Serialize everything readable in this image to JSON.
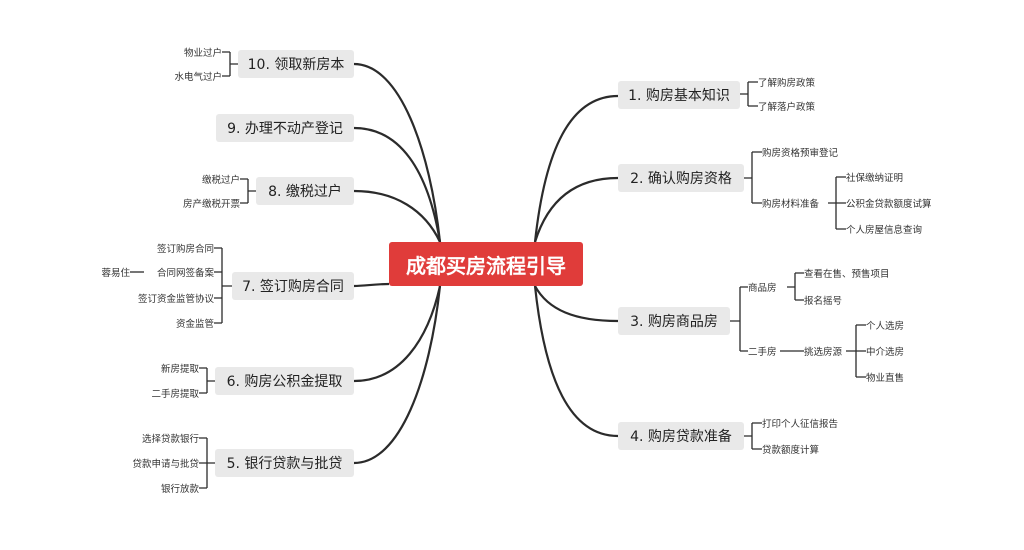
{
  "root": "成都买房流程引导",
  "right": {
    "b1": {
      "label": "1. 购房基本知识",
      "children": [
        "了解购房政策",
        "了解落户政策"
      ]
    },
    "b2": {
      "label": "2. 确认购房资格",
      "c1": "购房资格预审登记",
      "c2": "购房材料准备",
      "c2_children": [
        "社保缴纳证明",
        "公积金贷款额度试算",
        "个人房屋信息查询"
      ]
    },
    "b3": {
      "label": "3. 购房商品房",
      "new": "商品房",
      "new_children": [
        "查看在售、预售项目",
        "报名摇号"
      ],
      "used": "二手房",
      "used_child": "挑选房源",
      "used_grandchildren": [
        "个人选房",
        "中介选房",
        "物业直售"
      ]
    },
    "b4": {
      "label": "4. 购房贷款准备",
      "children": [
        "打印个人征信报告",
        "贷款额度计算"
      ]
    }
  },
  "left": {
    "b10": {
      "label": "10. 领取新房本",
      "children": [
        "物业过户",
        "水电气过户"
      ]
    },
    "b9": {
      "label": "9. 办理不动产登记"
    },
    "b8": {
      "label": "8. 缴税过户",
      "children": [
        "缴税过户",
        "房产缴税开票"
      ]
    },
    "b7": {
      "label": "7. 签订购房合同",
      "children": [
        "签订购房合同",
        "合同网签备案",
        "签订资金监管协议",
        "资金监管"
      ],
      "extra": "蓉易住"
    },
    "b6": {
      "label": "6. 购房公积金提取",
      "children": [
        "新房提取",
        "二手房提取"
      ]
    },
    "b5": {
      "label": "5. 银行贷款与批贷",
      "children": [
        "选择贷款银行",
        "贷款申请与批贷",
        "银行放款"
      ]
    }
  }
}
